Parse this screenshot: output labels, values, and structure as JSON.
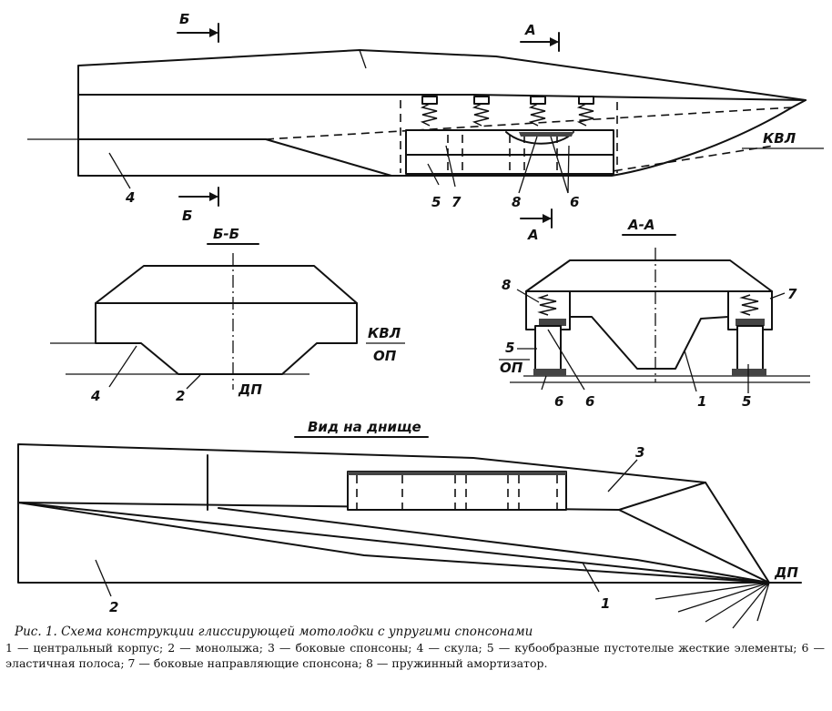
{
  "side_view": {
    "section_b_top": "Б",
    "section_b_bottom": "Б",
    "section_a_top": "А",
    "section_a_bottom": "А",
    "waterline": "КВЛ",
    "labels": [
      "4",
      "5",
      "7",
      "8",
      "6"
    ]
  },
  "section_bb": {
    "title": "Б-Б",
    "waterline": "КВЛ",
    "baseline": "ОП",
    "centerline": "ДП",
    "labels": [
      "4",
      "2"
    ]
  },
  "section_aa": {
    "title": "А-А",
    "baseline": "ОП",
    "labels": [
      "8",
      "7",
      "5",
      "6",
      "6",
      "1",
      "5"
    ]
  },
  "bottom_view": {
    "title": "Вид на днище",
    "centerline": "ДП",
    "labels": [
      "3",
      "2",
      "1"
    ]
  },
  "caption": {
    "title": "Рис. 1. Схема конструкции глиссирующей мотолодки с упругими спонсонами",
    "body": "1 — центральный корпус; 2 — монолыжа; 3 — боковые спонсоны; 4 — скула; 5 — кубообразные пустотелые жесткие элементы; 6 — эластичная полоса; 7 — боковые направляющие спонсона; 8 — пружинный амортизатор."
  }
}
